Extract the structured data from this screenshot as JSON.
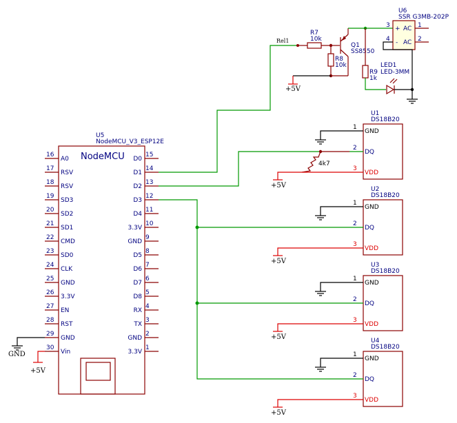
{
  "u5": {
    "ref": "U5",
    "value": "NodeMCU_V3_ESP12E",
    "title": "NodeMCU",
    "left_pins": [
      {
        "num": "16",
        "name": "A0"
      },
      {
        "num": "17",
        "name": "RSV"
      },
      {
        "num": "18",
        "name": "RSV"
      },
      {
        "num": "19",
        "name": "SD3"
      },
      {
        "num": "20",
        "name": "SD2"
      },
      {
        "num": "21",
        "name": "SD1"
      },
      {
        "num": "22",
        "name": "CMD"
      },
      {
        "num": "23",
        "name": "SD0"
      },
      {
        "num": "24",
        "name": "CLK"
      },
      {
        "num": "25",
        "name": "GND"
      },
      {
        "num": "26",
        "name": "3.3V"
      },
      {
        "num": "27",
        "name": "EN"
      },
      {
        "num": "28",
        "name": "RST"
      },
      {
        "num": "29",
        "name": "GND"
      },
      {
        "num": "30",
        "name": "Vin"
      }
    ],
    "right_pins": [
      {
        "num": "15",
        "name": "D0"
      },
      {
        "num": "14",
        "name": "D1"
      },
      {
        "num": "13",
        "name": "D2"
      },
      {
        "num": "12",
        "name": "D3"
      },
      {
        "num": "11",
        "name": "D4"
      },
      {
        "num": "10",
        "name": "3.3V"
      },
      {
        "num": "9",
        "name": "GND"
      },
      {
        "num": "8",
        "name": "D5"
      },
      {
        "num": "7",
        "name": "D6"
      },
      {
        "num": "6",
        "name": "D7"
      },
      {
        "num": "5",
        "name": "D8"
      },
      {
        "num": "4",
        "name": "RX"
      },
      {
        "num": "3",
        "name": "TX"
      },
      {
        "num": "2",
        "name": "GND"
      },
      {
        "num": "1",
        "name": "3.3V"
      }
    ]
  },
  "sensors": [
    {
      "ref": "U1",
      "value": "DS18B20",
      "gnd": "GND",
      "dq": "DQ",
      "vdd": "VDD",
      "p1": "1",
      "p2": "2",
      "p3": "3"
    },
    {
      "ref": "U2",
      "value": "DS18B20",
      "gnd": "GND",
      "dq": "DQ",
      "vdd": "VDD",
      "p1": "1",
      "p2": "2",
      "p3": "3"
    },
    {
      "ref": "U3",
      "value": "DS18B20",
      "gnd": "GND",
      "dq": "DQ",
      "vdd": "VDD",
      "p1": "1",
      "p2": "2",
      "p3": "3"
    },
    {
      "ref": "U4",
      "value": "DS18B20",
      "gnd": "GND",
      "dq": "DQ",
      "vdd": "VDD",
      "p1": "1",
      "p2": "2",
      "p3": "3"
    }
  ],
  "u6": {
    "ref": "U6",
    "value": "SSR G3MB-202P",
    "pin3": "3",
    "pin4": "4",
    "pin1": "1",
    "pin2": "2",
    "plus": "+",
    "minus": "-",
    "ac1": "AC",
    "ac2": "AC"
  },
  "r7": {
    "ref": "R7",
    "value": "10k"
  },
  "r8": {
    "ref": "R8",
    "value": "10k"
  },
  "r9": {
    "ref": "R9",
    "value": "1k"
  },
  "pullup": {
    "value": "4k7"
  },
  "q1": {
    "ref": "Q1",
    "value": "SS8550"
  },
  "led1": {
    "ref": "LED1",
    "value": "LED-3MM"
  },
  "net": {
    "rel": "Rel1"
  },
  "power": {
    "plus5": "+5V",
    "gnd": "GND"
  }
}
